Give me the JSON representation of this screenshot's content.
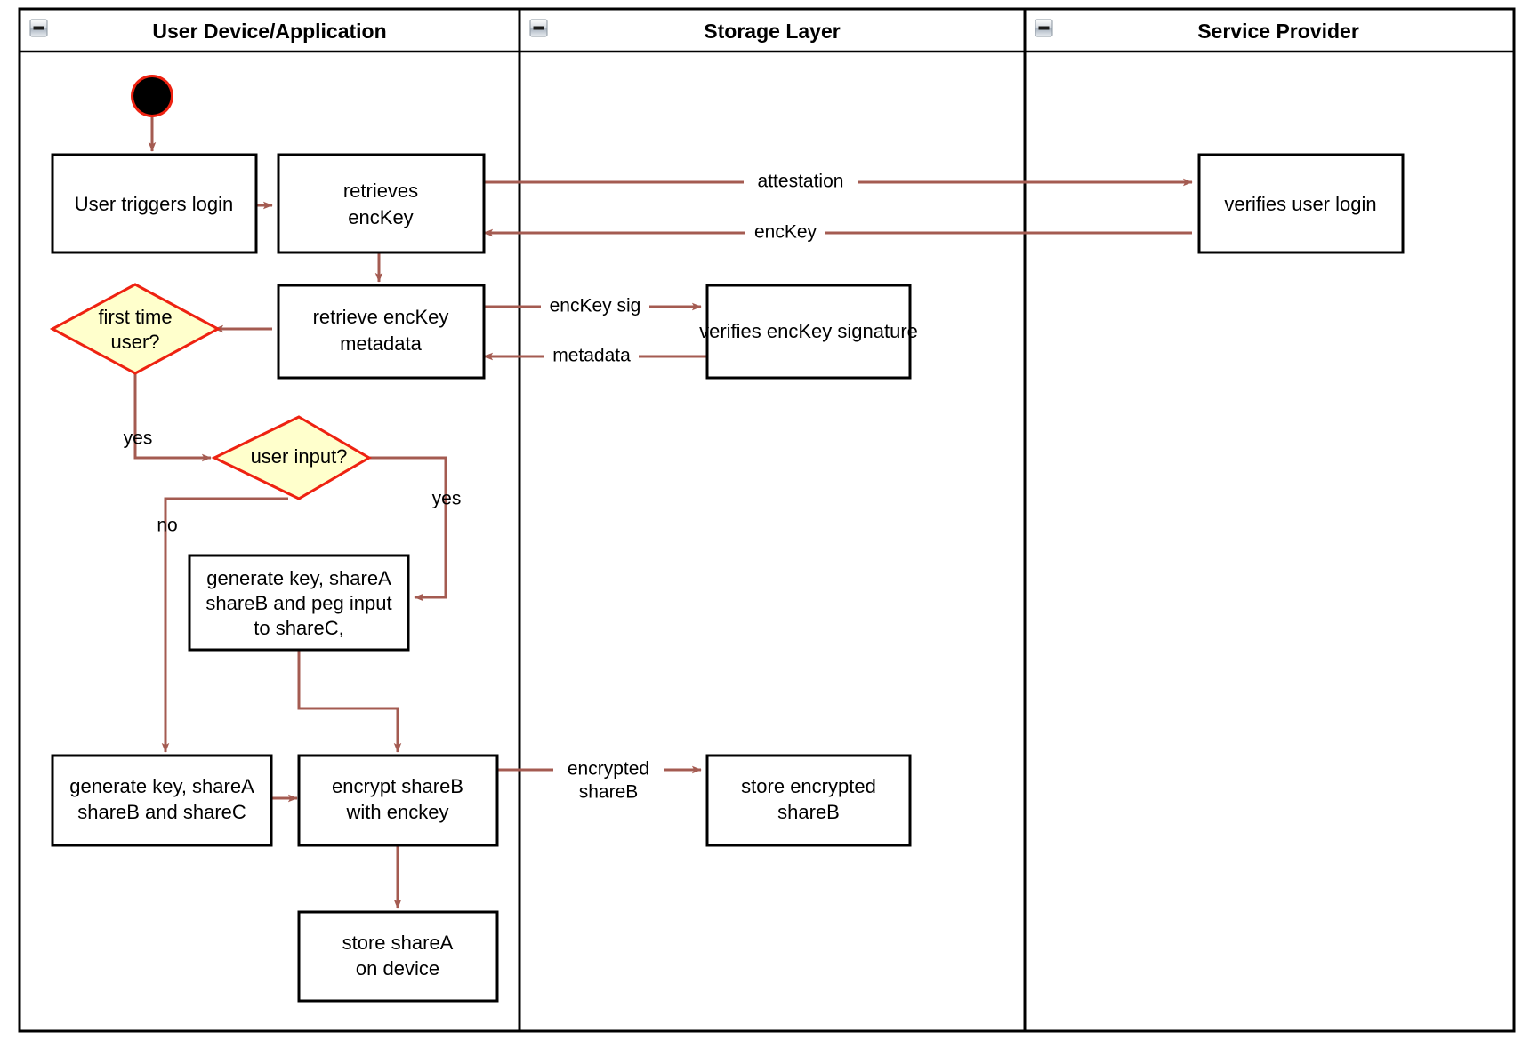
{
  "diagram": {
    "type": "uml-activity-swimlane",
    "title": "",
    "colors": {
      "flow_arrow": "#a45b51",
      "decision_fill": "#ffffcc",
      "decision_stroke": "#ee2211",
      "node_fill": "#ffffff",
      "node_stroke": "#000000",
      "start_node_fill": "#000000",
      "start_node_stroke": "#ee2211",
      "background": "#ffffff"
    }
  },
  "lanes": [
    {
      "id": "user-device",
      "title": "User Device/Application",
      "collapse_icon": "collapse-minus-icon"
    },
    {
      "id": "storage-layer",
      "title": "Storage Layer",
      "collapse_icon": "collapse-minus-icon"
    },
    {
      "id": "service-provider",
      "title": "Service Provider",
      "collapse_icon": "collapse-minus-icon"
    }
  ],
  "nodes": [
    {
      "id": "start",
      "lane": "user-device",
      "kind": "initial-node",
      "label": ""
    },
    {
      "id": "user-triggers-login",
      "lane": "user-device",
      "kind": "action",
      "lines": [
        "User triggers login"
      ]
    },
    {
      "id": "retrieves-enckey",
      "lane": "user-device",
      "kind": "action",
      "lines": [
        "retrieves",
        "encKey"
      ]
    },
    {
      "id": "retrieve-enckey-metadata",
      "lane": "user-device",
      "kind": "action",
      "lines": [
        "retrieve encKey",
        "metadata"
      ]
    },
    {
      "id": "first-time-user",
      "lane": "user-device",
      "kind": "decision",
      "lines": [
        "first time",
        "user?"
      ]
    },
    {
      "id": "user-input",
      "lane": "user-device",
      "kind": "decision",
      "lines": [
        "user input?"
      ]
    },
    {
      "id": "generate-peg-input",
      "lane": "user-device",
      "kind": "action",
      "lines": [
        "generate key, shareA",
        "shareB and peg input",
        "to shareC,"
      ]
    },
    {
      "id": "generate-key-shares",
      "lane": "user-device",
      "kind": "action",
      "lines": [
        "generate key, shareA",
        "shareB and shareC"
      ]
    },
    {
      "id": "encrypt-shareb",
      "lane": "user-device",
      "kind": "action",
      "lines": [
        "encrypt shareB",
        "with enckey"
      ]
    },
    {
      "id": "store-sharea-on-device",
      "lane": "user-device",
      "kind": "action",
      "lines": [
        "store shareA",
        "on device"
      ]
    },
    {
      "id": "verifies-enckey-signature",
      "lane": "storage-layer",
      "kind": "action",
      "lines": [
        "verifies encKey signature"
      ]
    },
    {
      "id": "store-encrypted-shareb",
      "lane": "storage-layer",
      "kind": "action",
      "lines": [
        "store encrypted",
        "shareB"
      ]
    },
    {
      "id": "verifies-user-login",
      "lane": "service-provider",
      "kind": "action",
      "lines": [
        "verifies user login"
      ]
    }
  ],
  "edges": [
    {
      "id": "e-start-login",
      "from": "start",
      "to": "user-triggers-login",
      "label": ""
    },
    {
      "id": "e-login-retrieves",
      "from": "user-triggers-login",
      "to": "retrieves-enckey",
      "label": ""
    },
    {
      "id": "e-attestation",
      "from": "retrieves-enckey",
      "to": "verifies-user-login",
      "label": "attestation"
    },
    {
      "id": "e-enckey-back",
      "from": "verifies-user-login",
      "to": "retrieves-enckey",
      "label": "encKey"
    },
    {
      "id": "e-retrieves-metadata",
      "from": "retrieves-enckey",
      "to": "retrieve-enckey-metadata",
      "label": ""
    },
    {
      "id": "e-enckey-sig",
      "from": "retrieve-enckey-metadata",
      "to": "verifies-enckey-signature",
      "label": "encKey sig"
    },
    {
      "id": "e-metadata-back",
      "from": "verifies-enckey-signature",
      "to": "retrieve-enckey-metadata",
      "label": "metadata"
    },
    {
      "id": "e-metadata-firsttime",
      "from": "retrieve-enckey-metadata",
      "to": "first-time-user",
      "label": ""
    },
    {
      "id": "e-firsttime-yes",
      "from": "first-time-user",
      "to": "user-input",
      "label": "yes"
    },
    {
      "id": "e-userinput-yes",
      "from": "user-input",
      "to": "generate-peg-input",
      "label": "yes"
    },
    {
      "id": "e-userinput-no",
      "from": "user-input",
      "to": "generate-key-shares",
      "label": "no"
    },
    {
      "id": "e-peg-encrypt",
      "from": "generate-peg-input",
      "to": "encrypt-shareb",
      "label": ""
    },
    {
      "id": "e-shares-encrypt",
      "from": "generate-key-shares",
      "to": "encrypt-shareb",
      "label": ""
    },
    {
      "id": "e-encrypted-shareb",
      "from": "encrypt-shareb",
      "to": "store-encrypted-shareb",
      "label": "encrypted shareB",
      "label_lines": [
        "encrypted",
        "shareB"
      ]
    },
    {
      "id": "e-encrypt-store-sharea",
      "from": "encrypt-shareb",
      "to": "store-sharea-on-device",
      "label": ""
    }
  ],
  "labels": {
    "attestation": "attestation",
    "enckey": "encKey",
    "enckey_sig": "encKey sig",
    "metadata": "metadata",
    "yes_first_time": "yes",
    "yes_user_input": "yes",
    "no_user_input": "no",
    "encrypted_line1": "encrypted",
    "encrypted_line2": "shareB"
  }
}
